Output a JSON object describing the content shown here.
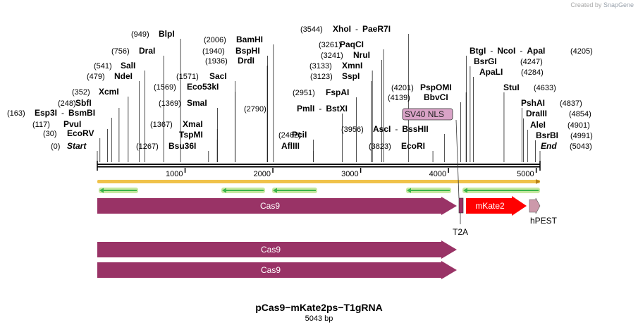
{
  "app": {
    "credit_prefix": "Created by",
    "credit_brand": "SnapGene"
  },
  "plasmid": {
    "name": "pCas9−mKate2ps−T1gRNA",
    "size_label": "5043 bp",
    "length": 5043
  },
  "ruler": {
    "ticks": [
      1000,
      2000,
      3000,
      4000,
      5000
    ]
  },
  "sites": [
    {
      "pos": 0,
      "pos_label": "(0)",
      "name": "Start",
      "italic": true
    },
    {
      "pos": 30,
      "pos_label": "(30)",
      "name": "EcoRV"
    },
    {
      "pos": 117,
      "pos_label": "(117)",
      "name": "PvuI"
    },
    {
      "pos": 163,
      "pos_label": "(163)",
      "name": "Esp3I",
      "sep": "-",
      "name2": "BsmBI"
    },
    {
      "pos": 248,
      "pos_label": "(248)",
      "name": "SbfI"
    },
    {
      "pos": 352,
      "pos_label": "(352)",
      "name": "XcmI"
    },
    {
      "pos": 479,
      "pos_label": "(479)",
      "name": "NdeI"
    },
    {
      "pos": 541,
      "pos_label": "(541)",
      "name": "SalI"
    },
    {
      "pos": 756,
      "pos_label": "(756)",
      "name": "DraI"
    },
    {
      "pos": 949,
      "pos_label": "(949)",
      "name": "BlpI"
    },
    {
      "pos": 1267,
      "pos_label": "(1267)",
      "name": "Bsu36I"
    },
    {
      "pos": 1367,
      "pos_label": "(1367)",
      "name": "XmaI"
    },
    {
      "pos": 1367,
      "pos_label": "",
      "name": "TspMI"
    },
    {
      "pos": 1369,
      "pos_label": "(1369)",
      "name": "SmaI"
    },
    {
      "pos": 1569,
      "pos_label": "(1569)",
      "name": "Eco53kI"
    },
    {
      "pos": 1571,
      "pos_label": "(1571)",
      "name": "SacI"
    },
    {
      "pos": 1936,
      "pos_label": "(1936)",
      "name": "DrdI"
    },
    {
      "pos": 1940,
      "pos_label": "(1940)",
      "name": "BspHI"
    },
    {
      "pos": 2006,
      "pos_label": "(2006)",
      "name": "BamHI"
    },
    {
      "pos": 2462,
      "pos_label": "(2462)",
      "name": "PciI"
    },
    {
      "pos": 2462,
      "pos_label": "",
      "name": "AflIII"
    },
    {
      "pos": 2790,
      "pos_label": "(2790)",
      "name": "PmlI",
      "sep": "-",
      "name2": "BstXI"
    },
    {
      "pos": 2951,
      "pos_label": "(2951)",
      "name": "FspAI"
    },
    {
      "pos": 3123,
      "pos_label": "(3123)",
      "name": "SspI"
    },
    {
      "pos": 3133,
      "pos_label": "(3133)",
      "name": "XmnI"
    },
    {
      "pos": 3241,
      "pos_label": "(3241)",
      "name": "NruI"
    },
    {
      "pos": 3261,
      "pos_label": "(3261)",
      "name": "PaqCI"
    },
    {
      "pos": 3544,
      "pos_label": "(3544)",
      "name": "XhoI",
      "sep": "-",
      "name2": "PaeR7I"
    },
    {
      "pos": 3823,
      "pos_label": "(3823)",
      "name": "EcoRI"
    },
    {
      "pos": 3956,
      "pos_label": "(3956)",
      "name": "AscI",
      "sep": "-",
      "name2": "BssHII"
    },
    {
      "pos": 4139,
      "pos_label": "(4139)",
      "name": "BbvCI"
    },
    {
      "pos": 4201,
      "pos_label": "(4201)",
      "name": "PspOMI"
    },
    {
      "pos": 4205,
      "pos_label": "(4205)",
      "name": "BtgI",
      "sep": "-",
      "name2": "NcoI",
      "sep2": "-",
      "name3": "ApaI"
    },
    {
      "pos": 4247,
      "pos_label": "(4247)",
      "name": "BsrGI"
    },
    {
      "pos": 4284,
      "pos_label": "(4284)",
      "name": "ApaLI"
    },
    {
      "pos": 4633,
      "pos_label": "(4633)",
      "name": "StuI"
    },
    {
      "pos": 4837,
      "pos_label": "(4837)",
      "name": "PshAI"
    },
    {
      "pos": 4854,
      "pos_label": "(4854)",
      "name": "DraIII"
    },
    {
      "pos": 4901,
      "pos_label": "(4901)",
      "name": "AleI"
    },
    {
      "pos": 4991,
      "pos_label": "(4991)",
      "name": "BsrBI"
    },
    {
      "pos": 5043,
      "pos_label": "(5043)",
      "name": "End",
      "italic": true
    }
  ],
  "features": [
    {
      "name": "Cas9",
      "label": "Cas9",
      "start": 1,
      "end": 4220,
      "color": "#993366",
      "label_inside": true
    },
    {
      "name": "SV40 NLS",
      "label": "SV40 NLS",
      "start": 4130,
      "end": 4150,
      "color": "#d9a3c7"
    },
    {
      "name": "T2A",
      "label": "T2A",
      "start": 4230,
      "end": 4290,
      "color": "#993366",
      "label_inside": false
    },
    {
      "name": "mKate2",
      "label": "mKate2",
      "start": 4310,
      "end": 4800,
      "color": "#ff0000",
      "label_inside": true
    },
    {
      "name": "hPEST",
      "label": "hPEST",
      "start": 4860,
      "end": 4990,
      "color": "#cc99aa",
      "label_inside": false
    }
  ],
  "translations": [
    {
      "label": "Cas9",
      "color": "#993366"
    },
    {
      "label": "Cas9",
      "color": "#993366"
    }
  ],
  "colors": {
    "orf_track": "#f0c24a",
    "primer_green": "#39b54a",
    "primer_halo": "#c6e8a0",
    "backbone": "#000000"
  }
}
